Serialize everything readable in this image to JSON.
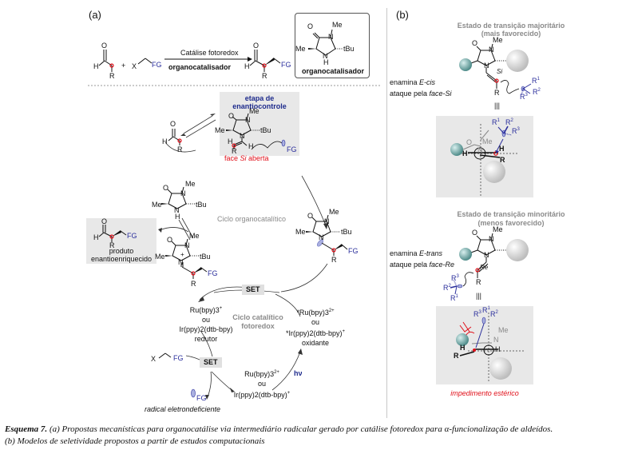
{
  "panel_a": {
    "label": "(a)",
    "reaction": {
      "aldehyde": {
        "O": "O",
        "H": "H",
        "R": "R"
      },
      "plus": "+",
      "reagent": {
        "X": "X",
        "FG": "FG"
      },
      "arrow_top": "Catálise fotoredox",
      "arrow_bottom": "organocatalisador",
      "product": {
        "O": "O",
        "H": "H",
        "R": "R",
        "FG": "FG"
      }
    },
    "catalyst_box": {
      "label": "organocatalisador",
      "atoms": {
        "O": "O",
        "N1": "N",
        "Me_top": "Me",
        "Me_left": "Me",
        "tBu": "tBu",
        "NH_N": "N",
        "NH_H": "H"
      }
    },
    "cycle": {
      "enantiocontrol_box": {
        "title_line1": "etapa de",
        "title_line2": "enantiocontrole",
        "face_label_prefix": "face ",
        "face_label_si": "Si",
        "face_label_suffix": " aberta",
        "atoms": {
          "O": "O",
          "N1": "N",
          "Me": "Me",
          "Me_left": "Me",
          "tBu": "tBu",
          "N2": "N",
          "H1": "H",
          "H2": "H",
          "R": "R",
          "FG": "FG"
        }
      },
      "aldehyde_in": {
        "O": "O",
        "H": "H",
        "R": "R"
      },
      "free_catalyst": {
        "O": "O",
        "N": "N",
        "Me": "Me",
        "Me_left": "Me",
        "tBu": "tBu",
        "NH_N": "N",
        "NH_H": "H"
      },
      "organocatalytic_cycle_label": "Ciclo organocatalítico",
      "radical_adduct": {
        "O": "O",
        "N1": "N",
        "Me": "Me",
        "Me_left": "Me",
        "tBu": "tBu",
        "N2": "N",
        "R": "R",
        "FG": "FG"
      },
      "product_box": {
        "O": "O",
        "H": "H",
        "R": "R",
        "FG": "FG",
        "label_line1": "produto",
        "label_line2": "enantioenriquecido"
      },
      "iminium": {
        "O": "O",
        "N1": "N",
        "Me": "Me",
        "Me_left": "Me",
        "tBu": "tBu",
        "N2": "N",
        "plus": "+",
        "R": "R",
        "FG": "FG"
      },
      "set_top": "SET",
      "set_bottom": "SET",
      "reductant": {
        "line1": "Ru(bpy)3",
        "line1_sup": "+",
        "line2": "ou",
        "line3": "Ir(ppy)2(dtb-bpy)",
        "line4": "redutor"
      },
      "photoredox_cycle_label_line1": "Ciclo catalítico",
      "photoredox_cycle_label_line2": "fotoredox",
      "oxidant": {
        "line1": "*Ru(bpy)3",
        "line1_sup": "2+",
        "line2": "ou",
        "line3": "*Ir(ppy)2(dtb-bpy)",
        "line3_sup": "+",
        "line4": "oxidante"
      },
      "ground_state": {
        "line1": "Ru(bpy)3",
        "line1_sup": "2+",
        "line2": "ou",
        "line3": "Ir(ppy)2(dtb-bpy)",
        "line3_sup": "+"
      },
      "hv": "hν",
      "alkyl_halide": {
        "X": "X",
        "FG": "FG"
      },
      "radical": {
        "FG": "FG",
        "label": "radical eletrondeficiente"
      }
    }
  },
  "panel_b": {
    "label": "(b)",
    "major": {
      "title_line1": "Estado de transição majoritário",
      "title_line2": "(mais favorecido)",
      "atoms": {
        "O": "O",
        "N1": "N",
        "Me": "Me",
        "N2": "N",
        "Si": "Si",
        "R": "R",
        "R1": "R",
        "R2": "R",
        "R3": "R"
      },
      "sup": {
        "r1": "1",
        "r2": "2",
        "r3": "3"
      },
      "enamine_prefix": "enamina ",
      "enamine_type": "E-cis",
      "attack_prefix": "ataque pela ",
      "attack_face": "face-Si",
      "equiv": "|||",
      "newman": {
        "R1": "R",
        "R2": "R",
        "R3": "R",
        "sup1": "1",
        "sup2": "2",
        "sup3": "3",
        "O": "O",
        "Me": "Me",
        "N": "N",
        "H_left": "H",
        "H_right": "H",
        "R": "R"
      }
    },
    "minor": {
      "title_line1": "Estado de transição minoritário",
      "title_line2": "(menos favorecido)",
      "atoms": {
        "O": "O",
        "N1": "N",
        "Me": "Me",
        "N2": "N",
        "Re": "Re",
        "R": "R",
        "R1": "R",
        "R2": "R",
        "R3": "R"
      },
      "sup": {
        "r1": "1",
        "r2": "2",
        "r3": "3"
      },
      "enamine_prefix": "enamina ",
      "enamine_type": "E-trans",
      "attack_prefix": "ataque pela ",
      "attack_face": "face-Re",
      "equiv": "|||",
      "newman": {
        "R1": "R",
        "R2": "R",
        "R3": "R",
        "sup1": "1",
        "sup2": "2",
        "sup3": "3",
        "Me": "Me",
        "N": "N",
        "H_left": "H",
        "H_right": "H",
        "R": "R"
      },
      "steric_label": "impedimento estérico"
    }
  },
  "caption": {
    "scheme_label": "Esquema 7.",
    "line1": " (a) Propostas mecanísticas para organocatálise via intermediário radicalar gerado por catálise fotoredox para α-funcionalização de aldeídos.",
    "line2": "(b) Modelos de seletividade propostos a partir de estudos computacionais"
  },
  "colors": {
    "reactive_carbon": "#e0101a",
    "functional_group": "#2b2f9c",
    "box_fill": "#e8e8e8",
    "teal_sphere": "#5f9a98",
    "gray_sphere": "#cfcfcf",
    "label_gray": "#8a8a8a"
  }
}
